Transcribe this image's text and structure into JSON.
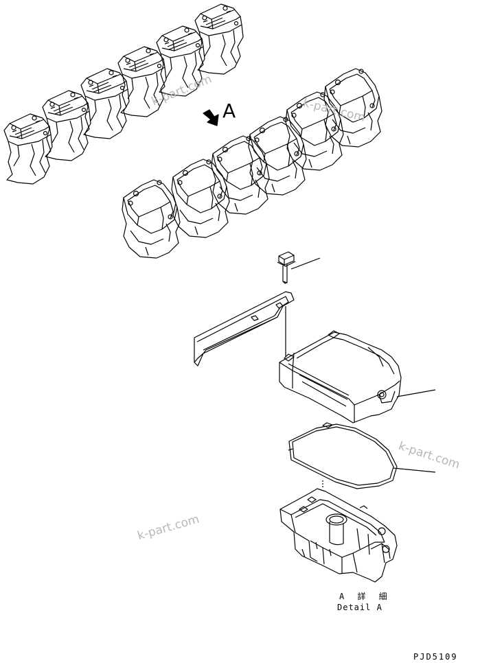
{
  "diagram": {
    "view_label": "A",
    "detail_label_jp": "A 詳 細",
    "detail_label_en": "Detail A",
    "drawing_code": "PJD5109",
    "watermarks": [
      "k-part.com",
      "k-part.com",
      "k-part.com",
      "k-part.com"
    ],
    "colors": {
      "line": "#000000",
      "watermark": "#b7b7b7",
      "background": "#ffffff"
    }
  }
}
